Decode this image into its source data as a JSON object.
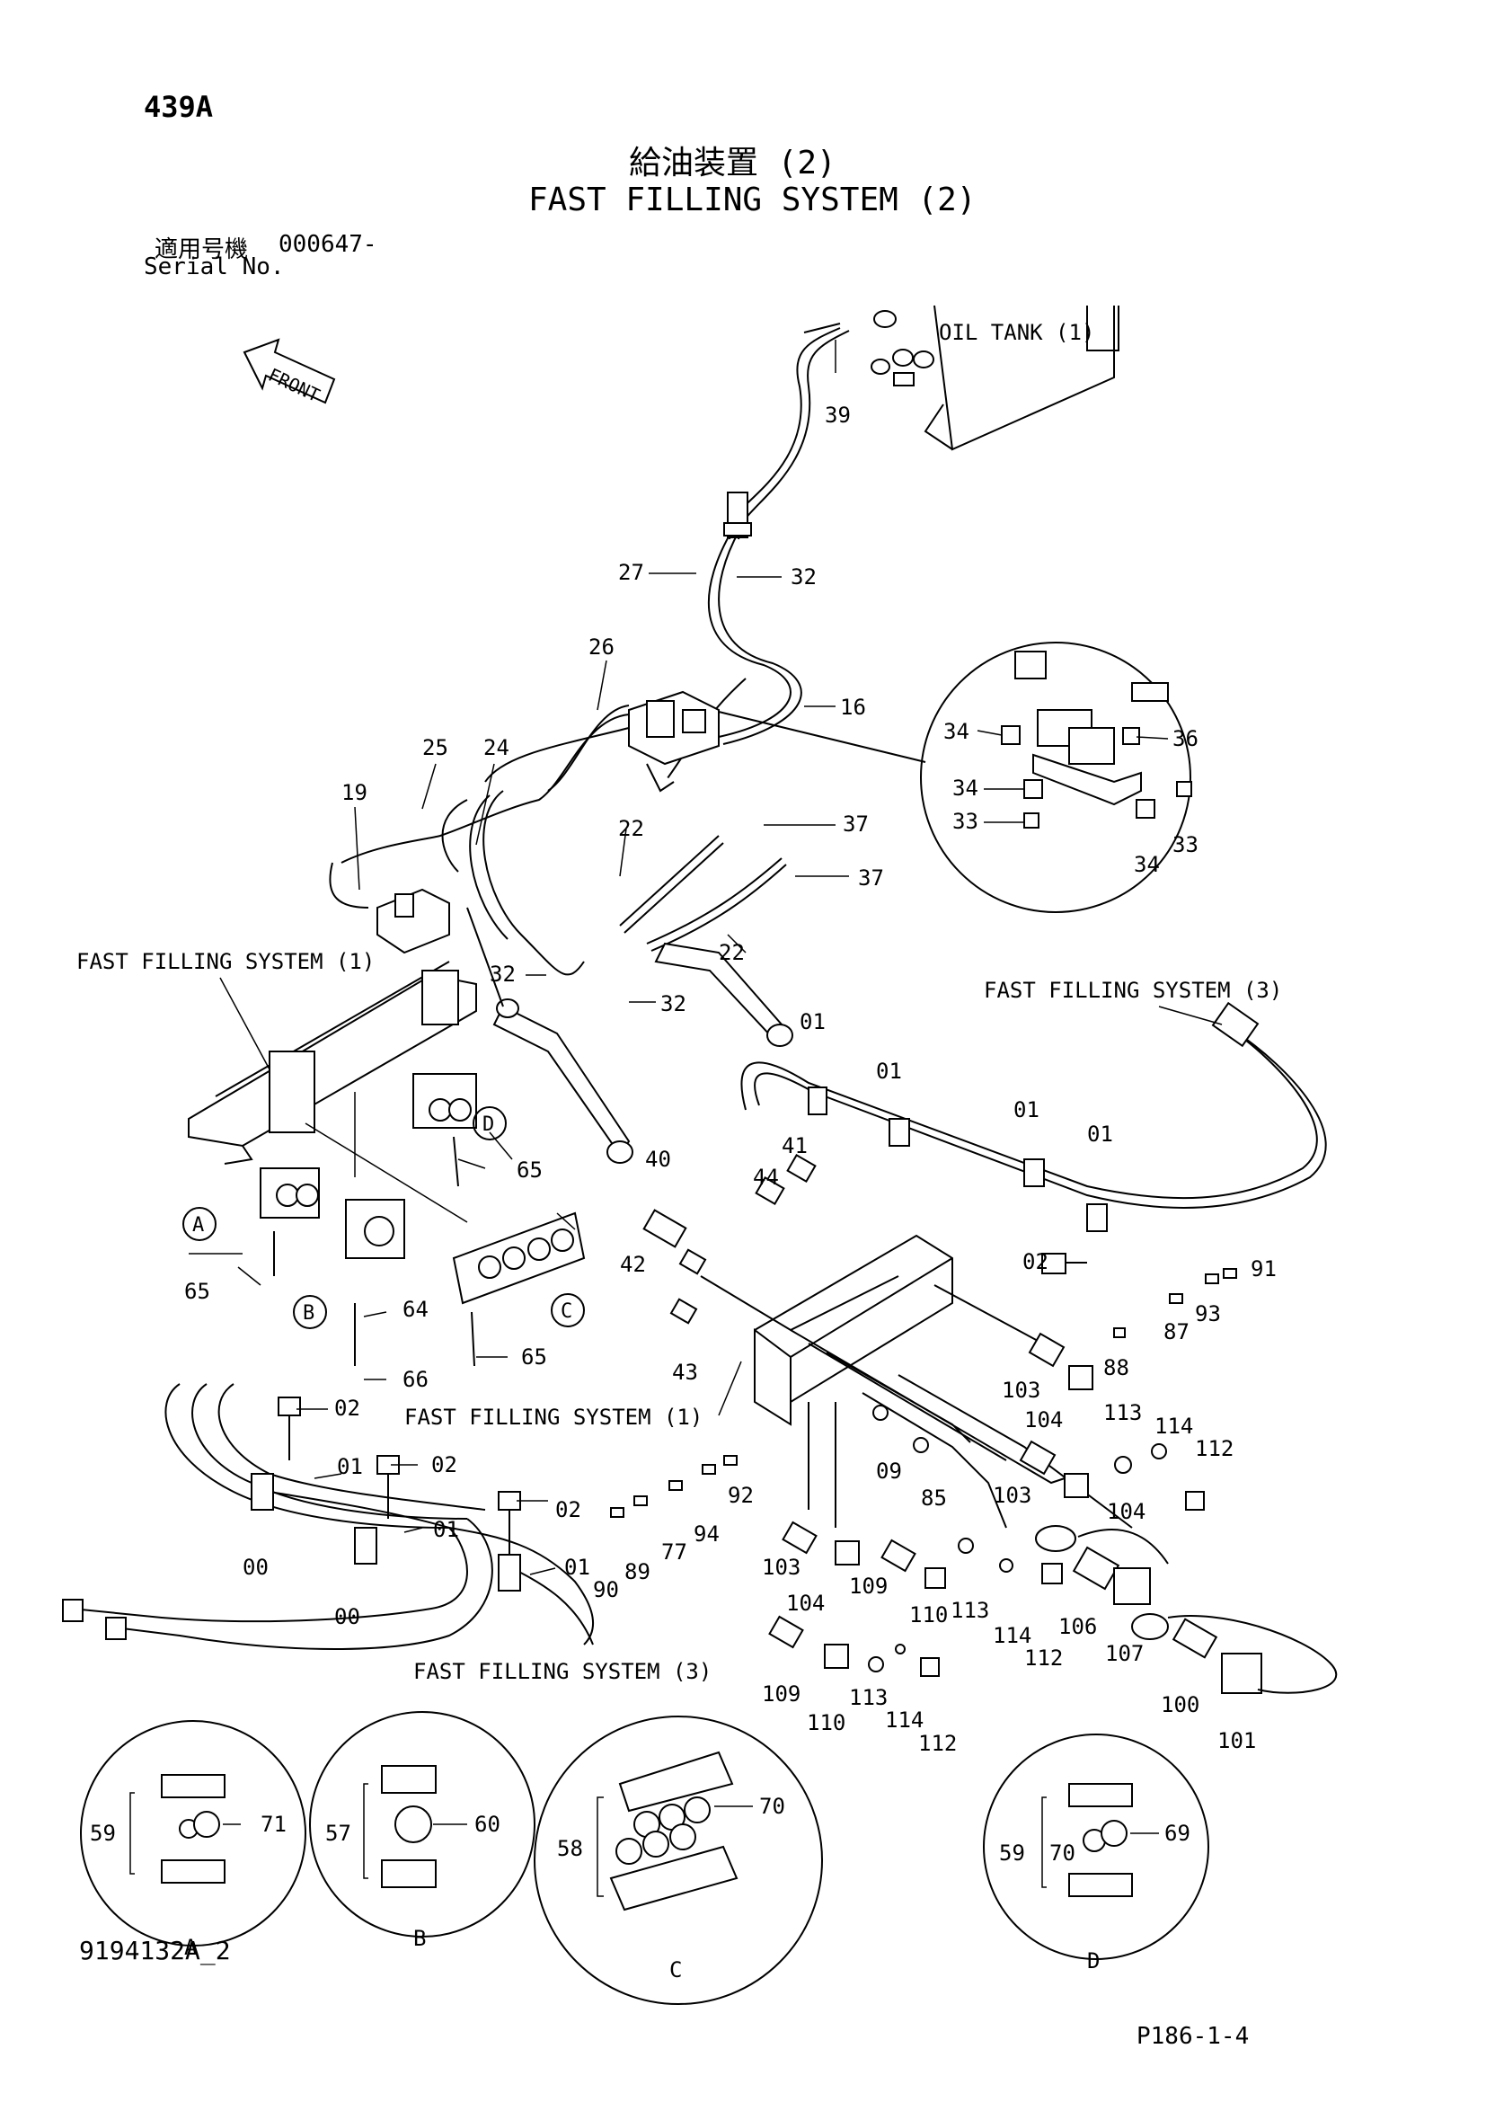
{
  "header": {
    "page_code": "439A",
    "title_jp": "給油装置 (2)",
    "title_en": "FAST FILLING SYSTEM (2)",
    "serial_jp": "適用号機",
    "serial_value": "000647-",
    "serial_en": "Serial No."
  },
  "direction": {
    "label": "FRONT"
  },
  "components": {
    "oil_tank": "OIL TANK (1)",
    "ffs1_a": "FAST FILLING SYSTEM (1)",
    "ffs1_b": "FAST FILLING SYSTEM (1)",
    "ffs3_a": "FAST FILLING SYSTEM (3)",
    "ffs3_b": "FAST FILLING SYSTEM (3)"
  },
  "callouts": [
    "A",
    "B",
    "C",
    "D"
  ],
  "parts": {
    "p39": "39",
    "p27": "27",
    "p32a": "32",
    "p16": "16",
    "p26": "26",
    "p34a": "34",
    "p36": "36",
    "p34b": "34",
    "p33a": "33",
    "p34c": "34",
    "p33b": "33",
    "p25": "25",
    "p24": "24",
    "p19": "19",
    "p22a": "22",
    "p37a": "37",
    "p37b": "37",
    "p22b": "22",
    "p32b": "32",
    "p32c": "32",
    "p01a": "01",
    "p01b": "01",
    "p01c": "01",
    "p01d": "01",
    "p65a": "65",
    "p40": "40",
    "p41": "41",
    "p44": "44",
    "p02a": "02",
    "p91": "91",
    "p65b": "65",
    "p42": "42",
    "p64": "64",
    "p93": "93",
    "p87": "87",
    "p65c": "65",
    "p43": "43",
    "p88": "88",
    "p66": "66",
    "p103a": "103",
    "p104a": "104",
    "p02b": "02",
    "p113a": "113",
    "p114a": "114",
    "p112a": "112",
    "p01e": "01",
    "p02c": "02",
    "p09": "09",
    "p85": "85",
    "p103b": "103",
    "p104b": "104",
    "p92": "92",
    "p02d": "02",
    "p01f": "01",
    "p00a": "00",
    "p94": "94",
    "p77": "77",
    "p89": "89",
    "p90": "90",
    "p103c": "103",
    "p109a": "109",
    "p104c": "104",
    "p110a": "110",
    "p113b": "113",
    "p114b": "114",
    "p112b": "112",
    "p106": "106",
    "p107": "107",
    "p01g": "01",
    "p00b": "00",
    "p109b": "109",
    "p110b": "110",
    "p113c": "113",
    "p114c": "114",
    "p112c": "112",
    "p100": "100",
    "p101": "101",
    "d59a": "59",
    "d71": "71",
    "d57": "57",
    "d60": "60",
    "d58": "58",
    "d70a": "70",
    "d59b": "59",
    "d70b": "70",
    "d69": "69",
    "labelA": "A",
    "labelB": "B",
    "labelC": "C",
    "labelD": "D"
  },
  "footer": {
    "drawing_no": "9194132A_2",
    "page_ref": "P186-1-4"
  }
}
